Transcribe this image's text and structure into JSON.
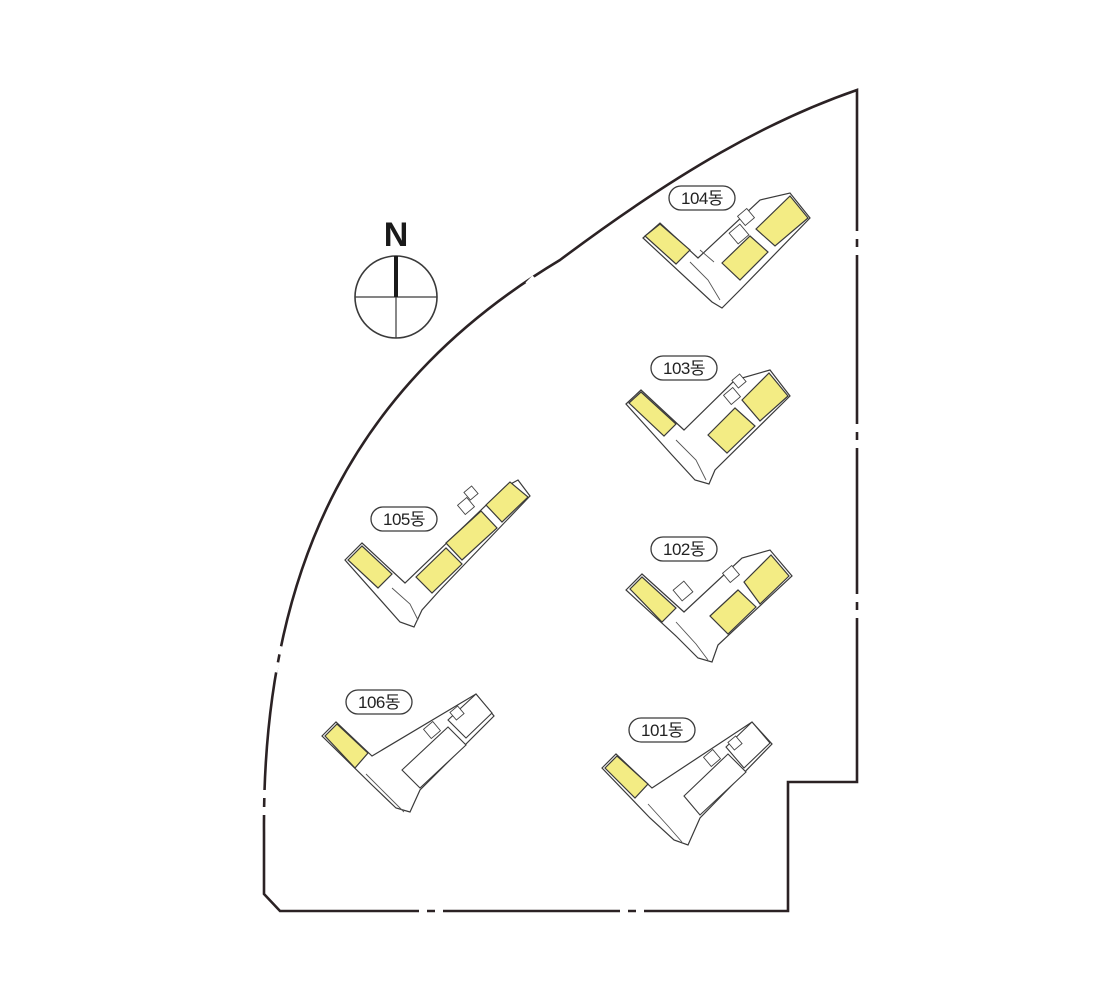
{
  "compass": {
    "label": "N"
  },
  "buildings": [
    {
      "id": "104",
      "label": "104동"
    },
    {
      "id": "103",
      "label": "103동"
    },
    {
      "id": "105",
      "label": "105동"
    },
    {
      "id": "102",
      "label": "102동"
    },
    {
      "id": "106",
      "label": "106동"
    },
    {
      "id": "101",
      "label": "101동"
    }
  ],
  "colors": {
    "highlight_unit": "#f3ec84",
    "boundary": "#2b2224"
  }
}
